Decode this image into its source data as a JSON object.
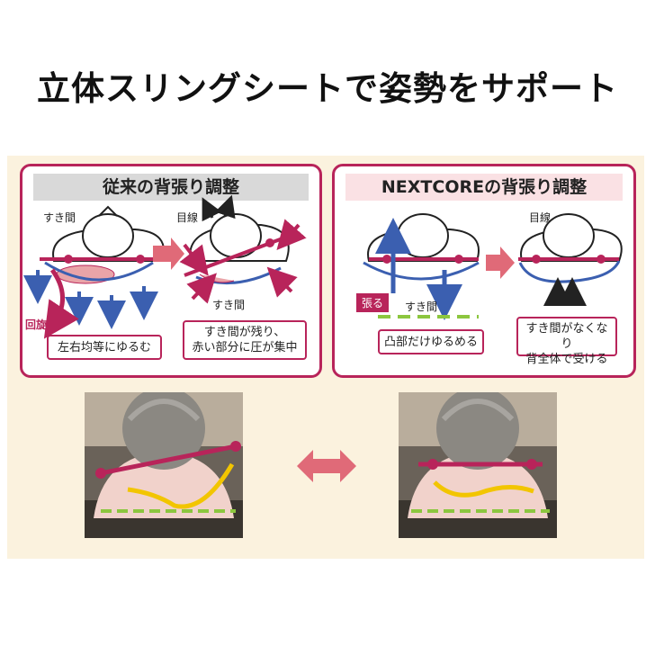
{
  "title": "立体スリングシートで姿勢をサポート",
  "left_panel": {
    "heading": "従来の背張り調整",
    "gap_label_before": "すき間",
    "gaze_label": "目線",
    "rotation_label": "回旋",
    "gap_label_after": "すき間",
    "caption_before": "左右均等にゆるむ",
    "caption_after_line1": "すき間が残り、",
    "caption_after_line2": "赤い部分に圧が集中"
  },
  "right_panel": {
    "heading": "NEXTCOREの背張り調整",
    "gaze_label": "目線",
    "tension_tag": "張る",
    "gap_label": "すき間",
    "caption_before": "凸部だけゆるめる",
    "caption_after_line1": "すき間がなくなり",
    "caption_after_line2": "背全体で受ける"
  },
  "colors": {
    "accent": "#b8245a",
    "arrow_pink": "#e06a78",
    "blue": "#3b5fb0",
    "green_dash": "#8cc63f",
    "yellow": "#f2c500"
  }
}
